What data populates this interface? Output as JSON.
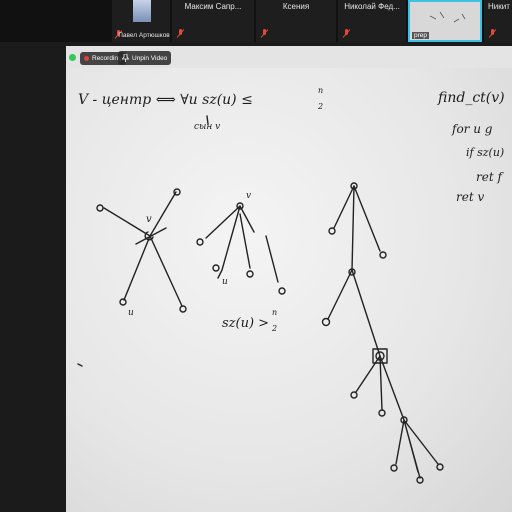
{
  "participants": [
    {
      "name": "Павел Артюшков"
    },
    {
      "name": "Максим Сапр..."
    },
    {
      "name": "Ксения"
    },
    {
      "name": "Николай Фед..."
    },
    {
      "name": "prep"
    },
    {
      "name": "Никит"
    }
  ],
  "video": {
    "recording_label": "Recording",
    "unpin_label": "Unpin Video"
  },
  "board": {
    "line1": "V - центр  ⟺  ∀u     sz(u) ≤",
    "line1_numer": "n",
    "line1_denom": "2",
    "line1_sub": "сын v",
    "code_title": "find_ct(v)",
    "code_line2": "for u  g",
    "code_line3": "if sz(u)",
    "code_line4": "ret f",
    "code_line5": "ret v",
    "label_v1": "v",
    "label_u1": "u",
    "label_v2": "v",
    "label_u2": "u",
    "cond2": "sz(u) >",
    "cond2_numer": "n",
    "cond2_denom": "2"
  }
}
